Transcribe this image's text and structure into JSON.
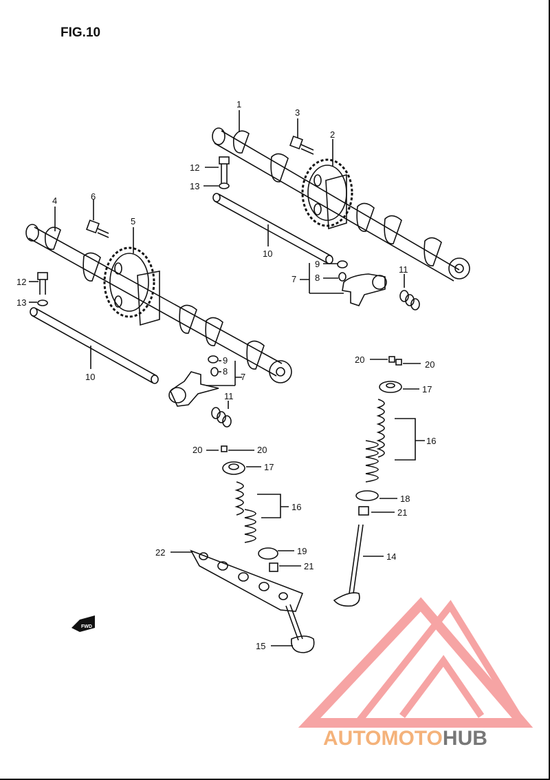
{
  "figure": {
    "title": "FIG.10"
  },
  "fwd_badge": "FWD",
  "watermark": {
    "part1": "AUTOMOTO",
    "part2": "HUB",
    "color_light": "#f8c79a",
    "color_red": "#ef5b5b",
    "color_gray": "#777777"
  },
  "callouts": [
    {
      "id": "c1",
      "label": "1"
    },
    {
      "id": "c2",
      "label": "2"
    },
    {
      "id": "c3",
      "label": "3"
    },
    {
      "id": "c4",
      "label": "4"
    },
    {
      "id": "c5",
      "label": "5"
    },
    {
      "id": "c6",
      "label": "6"
    },
    {
      "id": "c7a",
      "label": "7"
    },
    {
      "id": "c7b",
      "label": "7"
    },
    {
      "id": "c8a",
      "label": "8"
    },
    {
      "id": "c8b",
      "label": "8"
    },
    {
      "id": "c9a",
      "label": "9"
    },
    {
      "id": "c9b",
      "label": "9"
    },
    {
      "id": "c10a",
      "label": "10"
    },
    {
      "id": "c10b",
      "label": "10"
    },
    {
      "id": "c11a",
      "label": "11"
    },
    {
      "id": "c11b",
      "label": "11"
    },
    {
      "id": "c12a",
      "label": "12"
    },
    {
      "id": "c12b",
      "label": "12"
    },
    {
      "id": "c13a",
      "label": "13"
    },
    {
      "id": "c13b",
      "label": "13"
    },
    {
      "id": "c14",
      "label": "14"
    },
    {
      "id": "c15",
      "label": "15"
    },
    {
      "id": "c16a",
      "label": "16"
    },
    {
      "id": "c16b",
      "label": "16"
    },
    {
      "id": "c17a",
      "label": "17"
    },
    {
      "id": "c17b",
      "label": "17"
    },
    {
      "id": "c18",
      "label": "18"
    },
    {
      "id": "c19",
      "label": "19"
    },
    {
      "id": "c20a",
      "label": "20"
    },
    {
      "id": "c20b",
      "label": "20"
    },
    {
      "id": "c20c",
      "label": "20"
    },
    {
      "id": "c20d",
      "label": "20"
    },
    {
      "id": "c21a",
      "label": "21"
    },
    {
      "id": "c21b",
      "label": "21"
    },
    {
      "id": "c22",
      "label": "22"
    }
  ]
}
